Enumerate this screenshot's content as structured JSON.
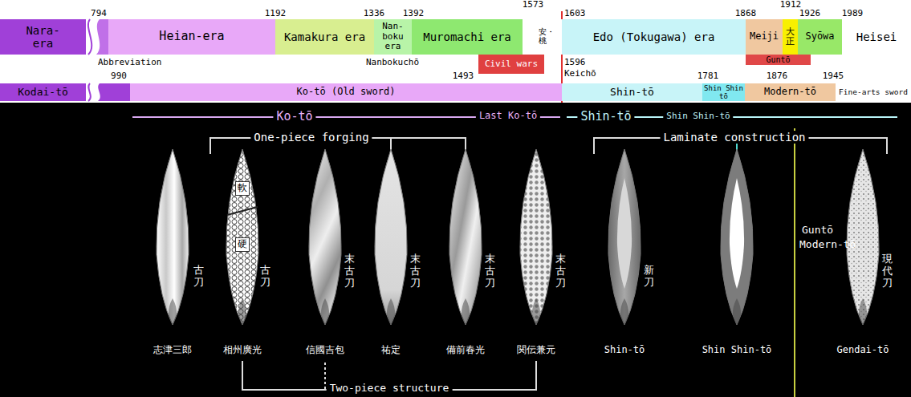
{
  "diagram": {
    "nodes": [
      {
        "text": [
          "Nara- era"
        ]
      },
      {
        "text": [
          "Heian-era"
        ]
      },
      {
        "text": [
          "Kamakura era"
        ]
      },
      {
        "text": [
          "Nan- boku era"
        ]
      },
      {
        "text": [
          "Muromachi era"
        ]
      },
      {
        "text": [
          "安・桃"
        ]
      },
      {
        "text": [
          "Edo (Tokugawa) era"
        ]
      },
      {
        "text": [
          "Meiji"
        ]
      },
      {
        "text": [
          "大正"
        ]
      },
      {
        "text": [
          "Syōwa"
        ]
      },
      {
        "text": [
          "Heisei"
        ]
      },
      {
        "text": [
          "Civil wars"
        ]
      },
      {
        "text": [
          "Guntō"
        ]
      },
      {
        "text": [
          "Kodai-tō"
        ]
      },
      {
        "text": [
          "Ko-tō (Old sword)"
        ]
      },
      {
        "text": [
          "Shin-tō"
        ]
      },
      {
        "text": [
          "Shin Shin tō"
        ]
      },
      {
        "text": [
          "Modern-tō"
        ]
      },
      {
        "text": [
          "Fine-arts sword"
        ]
      }
    ],
    "labels": [
      "794",
      "1192",
      "1336",
      "1392",
      "1573",
      "1603",
      "1868",
      "1912",
      "1926",
      "1989",
      "Abbreviation",
      "990",
      "Nanbokuchō",
      "1493",
      "1596",
      "Keichō",
      "1781",
      "1876",
      "1945",
      "Ko-tō",
      "Last Ko-tō",
      "Shin-tō",
      "Shin Shin-tō",
      "One-piece forging",
      "Laminate construction",
      "軟",
      "硬",
      "古刀",
      "古刀",
      "末古刀",
      "末古刀",
      "末古刀",
      "末古刀",
      "新刀",
      "現代刀",
      "Guntō",
      "Modern-tō",
      "志津三郎",
      "相州廣光",
      "信國吉包",
      "祐定",
      "備前春光",
      "関伝兼元",
      "Shin-tō",
      "Shin Shin-tō",
      "Gendai-tō",
      "Two-piece structure"
    ]
  }
}
